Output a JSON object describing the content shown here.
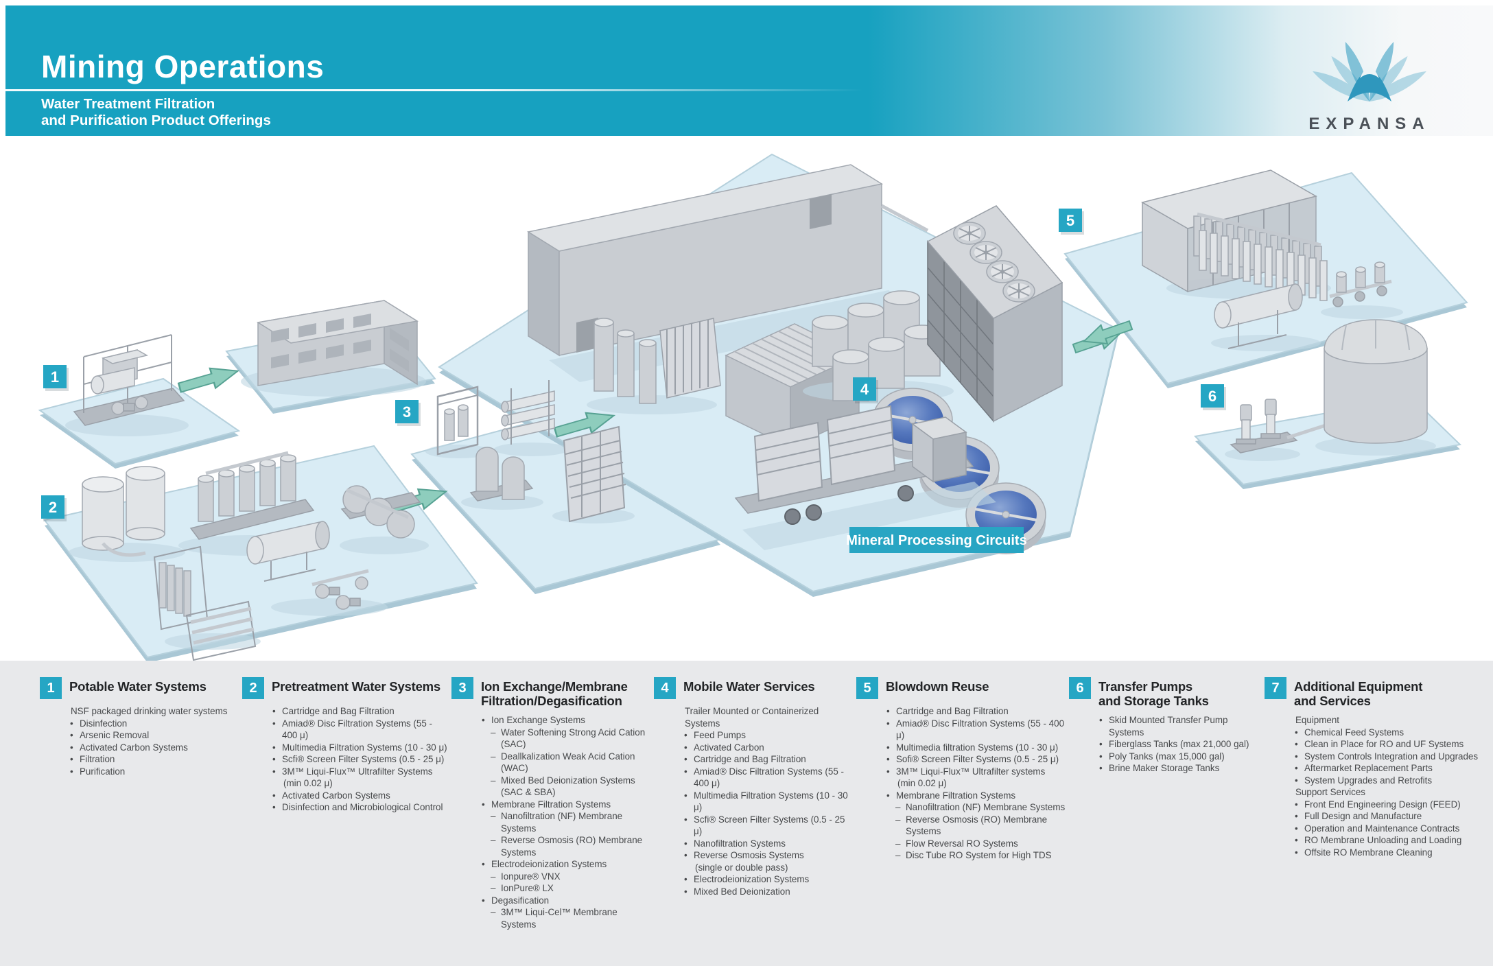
{
  "header": {
    "title": "Mining Operations",
    "subtitle_line1": "Water Treatment Filtration",
    "subtitle_line2": "and Purification Product Offerings",
    "brand": "EXPANSA"
  },
  "diagram": {
    "label": "Mineral Processing Circuits",
    "markers": [
      {
        "number": "1"
      },
      {
        "number": "2"
      },
      {
        "number": "3"
      },
      {
        "number": "4"
      },
      {
        "number": "5"
      },
      {
        "number": "6"
      }
    ]
  },
  "legend": {
    "columns": [
      {
        "number": "1",
        "title_lines": [
          "Potable Water Systems"
        ],
        "items": [
          {
            "level": 0,
            "text": "NSF packaged drinking water systems"
          },
          {
            "level": 1,
            "text": "Disinfection"
          },
          {
            "level": 1,
            "text": "Arsenic Removal"
          },
          {
            "level": 1,
            "text": "Activated Carbon Systems"
          },
          {
            "level": 1,
            "text": "Filtration"
          },
          {
            "level": 1,
            "text": "Purification"
          }
        ]
      },
      {
        "number": "2",
        "title_lines": [
          "Pretreatment Water Systems"
        ],
        "items": [
          {
            "level": 1,
            "text": "Cartridge and Bag Filtration"
          },
          {
            "level": 1,
            "text": "Amiad® Disc Filtration Systems (55 - 400 μ)"
          },
          {
            "level": 1,
            "text": "Multimedia Filtration Systems (10 - 30 μ)"
          },
          {
            "level": 1,
            "text": "Scfi® Screen Filter Systems (0.5 - 25 μ)"
          },
          {
            "level": 1,
            "text": "3M™ Liqui-Flux™ Ultrafilter Systems"
          },
          {
            "level": 3,
            "text": "(min 0.02 μ)"
          },
          {
            "level": 1,
            "text": "Activated Carbon Systems"
          },
          {
            "level": 1,
            "text": "Disinfection and Microbiological Control"
          }
        ]
      },
      {
        "number": "3",
        "title_lines": [
          "Ion Exchange/Membrane",
          "Filtration/Degasification"
        ],
        "items": [
          {
            "level": 1,
            "text": "Ion Exchange Systems"
          },
          {
            "level": 2,
            "text": "Water Softening Strong Acid Cation (SAC)"
          },
          {
            "level": 2,
            "text": "Deallkalization Weak Acid Cation (WAC)"
          },
          {
            "level": 2,
            "text": "Mixed Bed Deionization Systems (SAC & SBA)"
          },
          {
            "level": 1,
            "text": "Membrane Filtration Systems"
          },
          {
            "level": 2,
            "text": "Nanofiltration (NF) Membrane Systems"
          },
          {
            "level": 2,
            "text": "Reverse Osmosis (RO) Membrane Systems"
          },
          {
            "level": 1,
            "text": "Electrodeionization Systems"
          },
          {
            "level": 2,
            "text": "Ionpure® VNX"
          },
          {
            "level": 2,
            "text": "IonPure® LX"
          },
          {
            "level": 1,
            "text": "Degasification"
          },
          {
            "level": 2,
            "text": "3M™ Liqui-Cel™ Membrane Systems"
          }
        ]
      },
      {
        "number": "4",
        "title_lines": [
          "Mobile Water Services"
        ],
        "items": [
          {
            "level": 0,
            "text": "Trailer Mounted or Containerized Systems"
          },
          {
            "level": 1,
            "text": "Feed Pumps"
          },
          {
            "level": 1,
            "text": "Activated Carbon"
          },
          {
            "level": 1,
            "text": "Cartridge and Bag Filtration"
          },
          {
            "level": 1,
            "text": "Amiad® Disc Filtration Systems (55 - 400 μ)"
          },
          {
            "level": 1,
            "text": "Multimedia Filtration Systems (10 - 30 μ)"
          },
          {
            "level": 1,
            "text": "Scfi® Screen Filter Systems (0.5 - 25 μ)"
          },
          {
            "level": 1,
            "text": "Nanofiltration Systems"
          },
          {
            "level": 1,
            "text": "Reverse Osmosis Systems"
          },
          {
            "level": 3,
            "text": "(single or double pass)"
          },
          {
            "level": 1,
            "text": "Electrodeionization Systems"
          },
          {
            "level": 1,
            "text": "Mixed Bed Deionization"
          }
        ]
      },
      {
        "number": "5",
        "title_lines": [
          "Blowdown Reuse"
        ],
        "items": [
          {
            "level": 1,
            "text": "Cartridge and Bag Filtration"
          },
          {
            "level": 1,
            "text": "Amiad® Disc Filtration Systems (55 - 400 μ)"
          },
          {
            "level": 1,
            "text": "Multimedia filtration Systems (10 - 30 μ)"
          },
          {
            "level": 1,
            "text": "Sofi® Screen Filter Systems (0.5 - 25 μ)"
          },
          {
            "level": 1,
            "text": "3M™ Liqui-Flux™ Ultrafilter systems"
          },
          {
            "level": 3,
            "text": "(min 0.02 μ)"
          },
          {
            "level": 1,
            "text": "Membrane Filtration Systems"
          },
          {
            "level": 2,
            "text": "Nanofiltration (NF) Membrane Systems"
          },
          {
            "level": 2,
            "text": "Reverse Osmosis (RO) Membrane Systems"
          },
          {
            "level": 2,
            "text": "Flow Reversal RO Systems"
          },
          {
            "level": 2,
            "text": "Disc Tube RO System for High TDS"
          }
        ]
      },
      {
        "number": "6",
        "title_lines": [
          "Transfer Pumps",
          "and Storage Tanks"
        ],
        "items": [
          {
            "level": 1,
            "text": "Skid Mounted Transfer Pump Systems"
          },
          {
            "level": 1,
            "text": "Fiberglass Tanks (max 21,000 gal)"
          },
          {
            "level": 1,
            "text": "Poly Tanks (max 15,000 gal)"
          },
          {
            "level": 1,
            "text": "Brine Maker Storage Tanks"
          }
        ]
      },
      {
        "number": "7",
        "title_lines": [
          "Additional Equipment",
          "and Services"
        ],
        "items": [
          {
            "level": 0,
            "text": "Equipment"
          },
          {
            "level": 1,
            "text": "Chemical Feed Systems"
          },
          {
            "level": 1,
            "text": "Clean in Place for RO and UF Systems"
          },
          {
            "level": 1,
            "text": "System Controls Integration and Upgrades"
          },
          {
            "level": 1,
            "text": "Aftermarket Replacement Parts"
          },
          {
            "level": 1,
            "text": "System Upgrades and Retrofits"
          },
          {
            "level": 0,
            "text": "Support Services"
          },
          {
            "level": 1,
            "text": "Front End Engineering Design (FEED)"
          },
          {
            "level": 1,
            "text": "Full Design and Manufacture"
          },
          {
            "level": 1,
            "text": "Operation and Maintenance Contracts"
          },
          {
            "level": 1,
            "text": "RO Membrane Unloading and Loading"
          },
          {
            "level": 1,
            "text": "Offsite RO Membrane Cleaning"
          }
        ]
      }
    ]
  },
  "colors": {
    "header_teal": "#17a1c0",
    "badge_teal": "#25a6c4",
    "label_teal": "#28a5c3",
    "platform_blue": "#d9ecf5",
    "arrow_green": "#8ecdbd",
    "clarifier_water": "#3a5ca8",
    "legend_bg": "#e8e9eb",
    "equipment_gray": "#ccd0d5"
  }
}
